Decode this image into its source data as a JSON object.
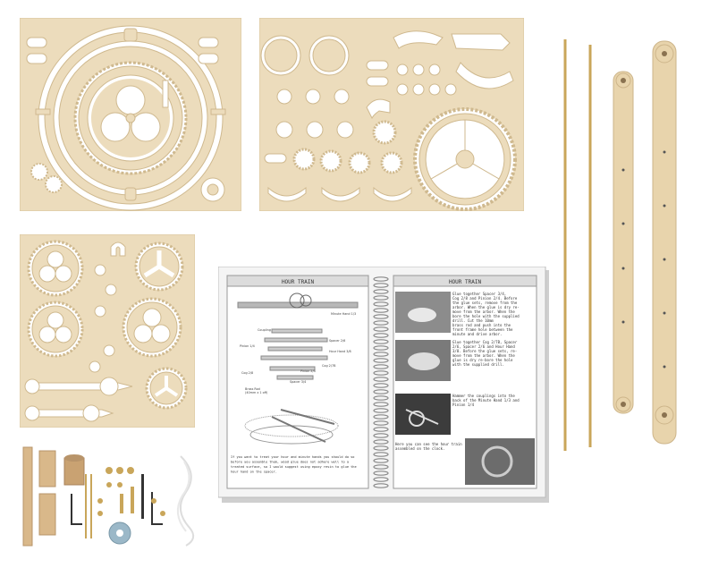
{
  "colors": {
    "plywood": "#ecdcbc",
    "plywood_edge": "#d9c59c",
    "cutout": "#ffffff",
    "brass": "#c9a65a",
    "wood_dowel": "#d9b88a",
    "book_page": "#ffffff",
    "book_header": "#dcdcdc"
  },
  "booklet": {
    "left_page": {
      "title": "HOUR TRAIN",
      "labels": [
        "Minute Hand 1/3",
        "Coupling",
        "Spacer 2/6",
        "Pinion 1/4",
        "Hour Hand 3/8",
        "Cog 2/7B",
        "Cog 2/8",
        "Pinion 2/4",
        "Spacer 3/4",
        "Brass Rod",
        "(40mm x 1 off)"
      ],
      "text_lines": [
        "If you want to treat your hour and minute hands you should do so",
        "before you assemble them, wood glue does not adhere well to a",
        "treated surface, so I would suggest using epoxy resin to glue the",
        "hour hand on the spacer."
      ]
    },
    "right_page": {
      "title": "HOUR TRAIN",
      "captions": [
        [
          "Glue together Spacer 3/4,",
          "Cog 2/8 and Pinion 2/4. Before",
          "the glue sets, remove from the",
          "arbor. When the glue is dry re-",
          "move from the arbor. When the",
          "bore the hole with the supplied",
          "drill. Cut the 10mm",
          "brass rod and push into the",
          "front frame hole between the",
          "minute and drive arbor."
        ],
        [
          "Glue together Cog 2/7B, Spacer",
          "2/6, Spacer 2/6 and Hour Hand",
          "3/8. Before the glue sets, re-",
          "move from the arbor. When the",
          "glue is dry re-bore the hole",
          "with the supplied drill."
        ],
        [
          "Hammer the couplings into the",
          "back of the Minute Hand 1/3 and",
          "Pinion 1/4"
        ],
        [
          "Here you can see the hour train",
          "assembled on the clock."
        ]
      ]
    }
  }
}
